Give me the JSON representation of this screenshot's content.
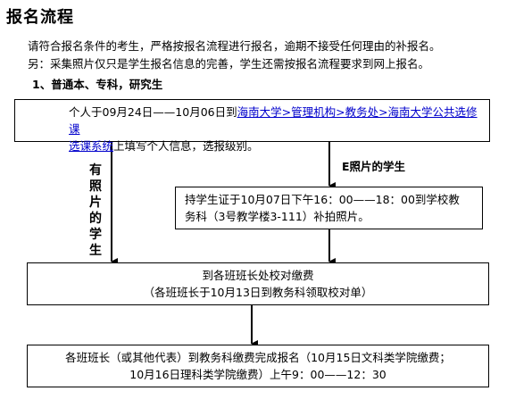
{
  "title": "报名流程",
  "intro": {
    "line1": "请符合报名条件的考生，严格按报名流程进行报名，逾期不接受任何理由的补报名。",
    "line2": "另：采集照片仅只是学生报名信息的完善，学生还需按报名流程要求到网上报名。"
  },
  "section_heading": "1、普通本、专科，研究生",
  "steps": {
    "step1": {
      "prefix": "个人于09月24日——10月06日到",
      "link1": "海南大学>管理机构>教务处>海南大学公共选修课",
      "link2": "选课系统",
      "suffix": "上填写个人信息，选报级别。"
    },
    "step2": {
      "line1": "持学生证于10月07日下午16：00——18：00到学校教",
      "line2": "务科（3号教学楼3-111）补拍照片。"
    },
    "step3": {
      "line1": "到各班班长处校对缴费",
      "line2": "（各班班长于10月13日到教务科领取校对单）"
    },
    "step4": {
      "line1": "各班班长（或其他代表）到教务科缴费完成报名（10月15日文科类学院缴费；",
      "line2": "10月16日理科类学院缴费）上午9：00——12：30"
    }
  },
  "branch_labels": {
    "with_photo": "有照片的学生",
    "without_photo": "E照片的学生"
  }
}
